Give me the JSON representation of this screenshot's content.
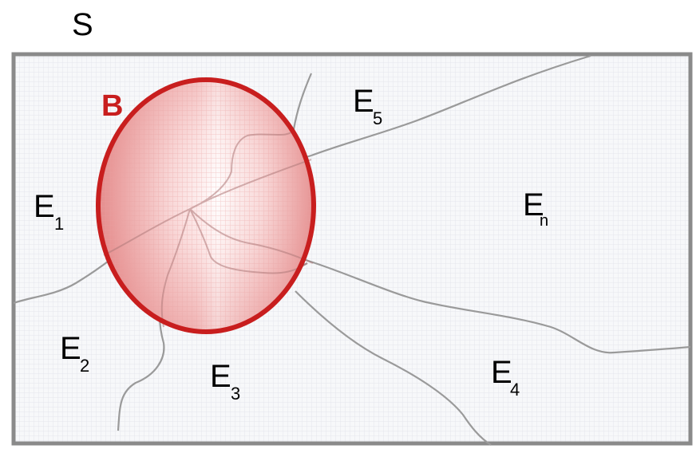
{
  "diagram": {
    "set_label": "S",
    "region_label": "B",
    "region_color": "#c81e1e",
    "frame_color": "#8a8a8a",
    "grid_color": "#e6e6ea",
    "line_color": "#9a9a9a",
    "elements": [
      {
        "letter": "E",
        "index": "1"
      },
      {
        "letter": "E",
        "index": "2"
      },
      {
        "letter": "E",
        "index": "3"
      },
      {
        "letter": "E",
        "index": "4"
      },
      {
        "letter": "E",
        "index": "5"
      },
      {
        "letter": "E",
        "index": "n"
      }
    ]
  }
}
